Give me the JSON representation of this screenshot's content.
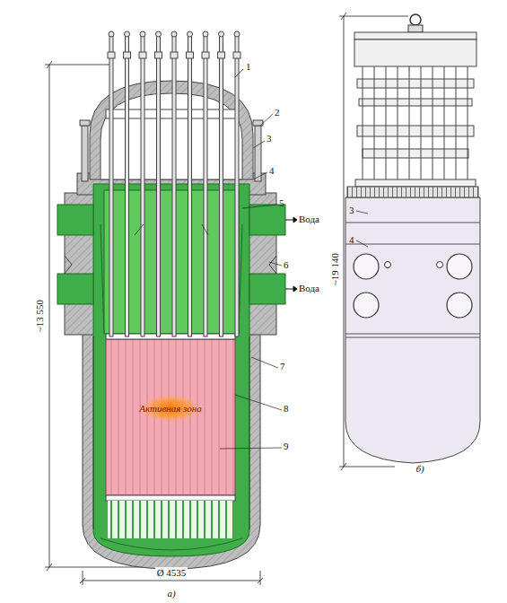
{
  "diagram": {
    "nodes": [
      {
        "text": [
          "Активная зона"
        ]
      }
    ],
    "labels": [
      "1",
      "2",
      "3",
      "4",
      "5",
      "6",
      "7",
      "8",
      "9",
      "Вода",
      "Вода",
      "~13 550",
      "Ø 4535",
      "а)",
      "~19 140",
      "3",
      "4",
      "б)"
    ]
  }
}
